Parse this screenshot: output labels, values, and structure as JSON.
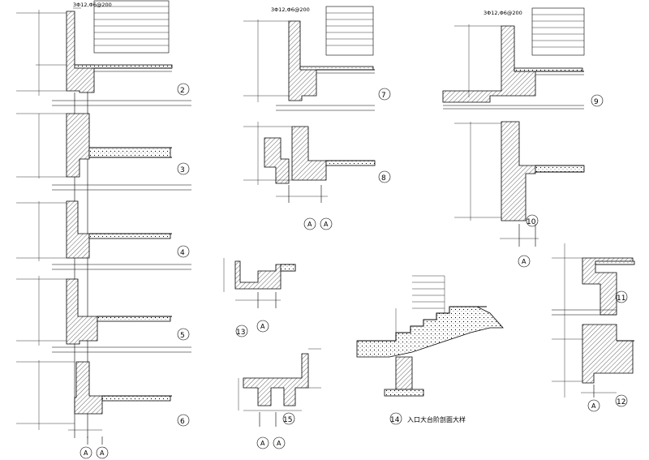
{
  "details": [
    {
      "ref": "2",
      "rebar": "3Φ12,Φ6@200"
    },
    {
      "ref": "3"
    },
    {
      "ref": "4"
    },
    {
      "ref": "5"
    },
    {
      "ref": "6"
    },
    {
      "ref": "7",
      "rebar": "3Φ12,Φ6@200"
    },
    {
      "ref": "8"
    },
    {
      "ref": "9",
      "rebar": "3Φ12,Φ6@200"
    },
    {
      "ref": "10"
    },
    {
      "ref": "11"
    },
    {
      "ref": "12"
    },
    {
      "ref": "13"
    },
    {
      "ref": "14",
      "caption": "入口大台阶剖面大样"
    },
    {
      "ref": "15"
    }
  ],
  "axis_label": "A",
  "colors": {
    "line": "#000000",
    "background": "#ffffff"
  }
}
